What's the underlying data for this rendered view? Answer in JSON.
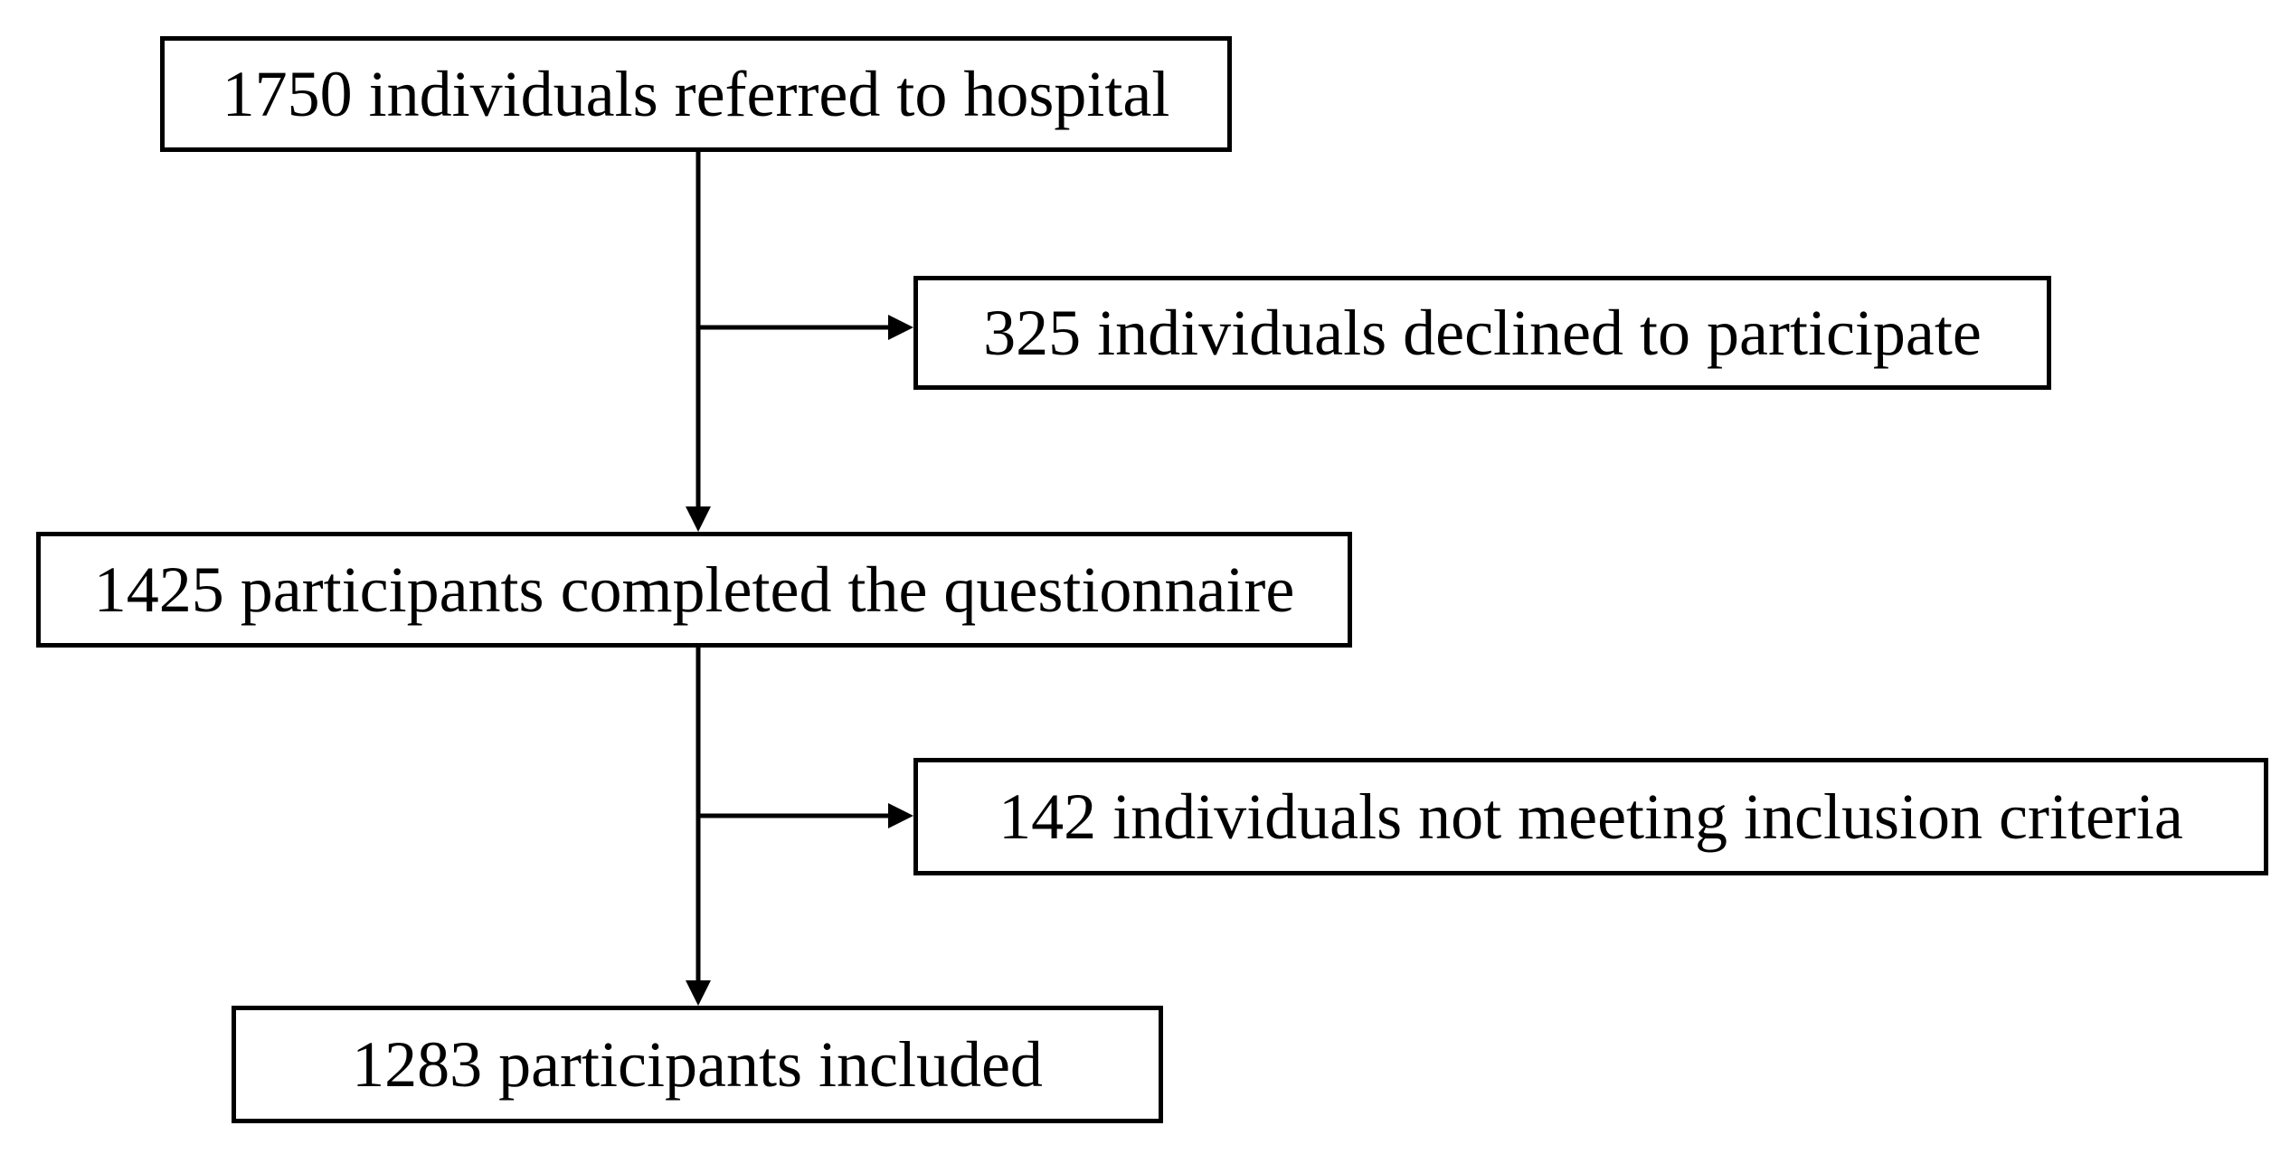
{
  "flow": {
    "referred": "1750 individuals referred to hospital",
    "declined": "325 individuals declined to participate",
    "completed": "1425 participants completed the questionnaire",
    "excluded": "142 individuals not meeting inclusion criteria",
    "included": "1283 participants included"
  },
  "colors": {
    "line": "#000000",
    "box_border": "#000000",
    "background": "#ffffff"
  }
}
